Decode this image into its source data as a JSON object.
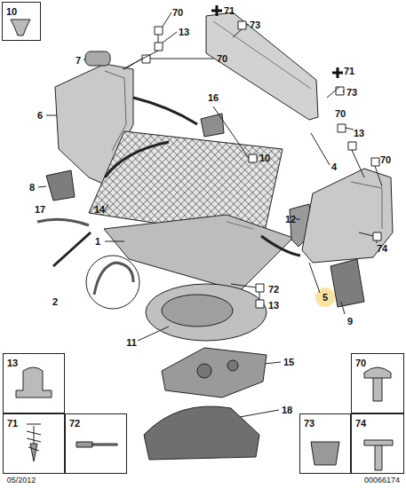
{
  "diagram": {
    "nodes": [
      {
        "text": [
          "10"
        ]
      },
      {
        "text": [
          "13"
        ]
      },
      {
        "text": [
          "71"
        ]
      },
      {
        "text": [
          "72"
        ]
      },
      {
        "text": [
          "70"
        ]
      },
      {
        "text": [
          "73"
        ]
      },
      {
        "text": [
          "74"
        ]
      }
    ],
    "labels": [
      "70",
      "13",
      "71",
      "73",
      "71",
      "73",
      "7",
      "70",
      "16",
      "6",
      "4",
      "10",
      "70",
      "13",
      "70",
      "14",
      "8",
      "12",
      "17",
      "1",
      "74",
      "2",
      "5",
      "72",
      "13",
      "9",
      "11",
      "15",
      "18",
      "05/2012",
      "00066174"
    ]
  }
}
